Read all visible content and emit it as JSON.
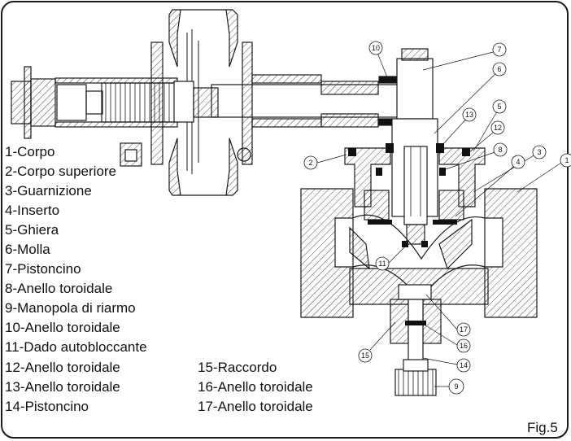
{
  "legend": [
    "1-Corpo",
    "2-Corpo superiore",
    "3-Guarnizione",
    "4-Inserto",
    "5-Ghiera",
    "6-Molla",
    "7-Pistoncino",
    "8-Anello toroidale",
    "9-Manopola di riarmo",
    "10-Anello toroidale",
    "11-Dado autobloccante",
    "12-Anello toroidale",
    "13-Anello toroidale",
    "14-Pistoncino",
    "15-Raccordo",
    "16-Anello toroidale",
    "17-Anello toroidale"
  ],
  "callouts": [
    "1",
    "2",
    "3",
    "4",
    "5",
    "6",
    "7",
    "8",
    "9",
    "10",
    "11",
    "12",
    "13",
    "14",
    "15",
    "16",
    "17"
  ],
  "figure_label": "Fig.5",
  "colors": {
    "line": "#1a1a1a",
    "fill": "#ffffff",
    "seal": "#111111"
  }
}
